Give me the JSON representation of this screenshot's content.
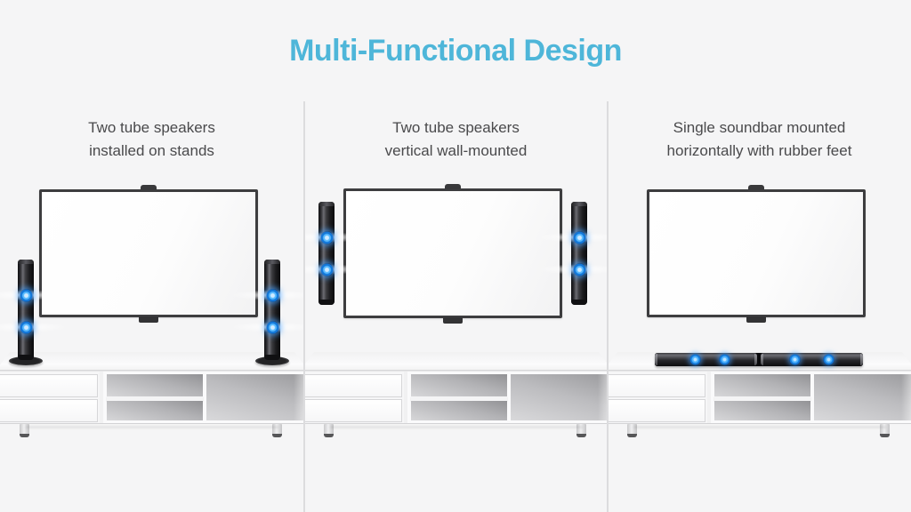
{
  "title": "Multi-Functional Design",
  "colors": {
    "accent": "#4eb6d9",
    "background": "#f5f5f6",
    "divider": "#dcdcde",
    "caption_text": "#4a4a4c",
    "led_glow": "#2fa3f5"
  },
  "panels": [
    {
      "name": "speakers-on-stands",
      "lines": [
        "Two tube speakers",
        "installed on stands"
      ],
      "illustration": "tv-with-two-tube-speakers-on-stands-icon"
    },
    {
      "name": "speakers-wall-mounted",
      "lines": [
        "Two tube speakers",
        "vertical wall-mounted"
      ],
      "illustration": "tv-with-two-vertical-wall-mounted-tube-speakers-icon"
    },
    {
      "name": "single-soundbar",
      "lines": [
        "Single soundbar mounted",
        "horizontally with rubber feet"
      ],
      "illustration": "tv-with-horizontal-soundbar-on-cabinet-icon"
    }
  ]
}
